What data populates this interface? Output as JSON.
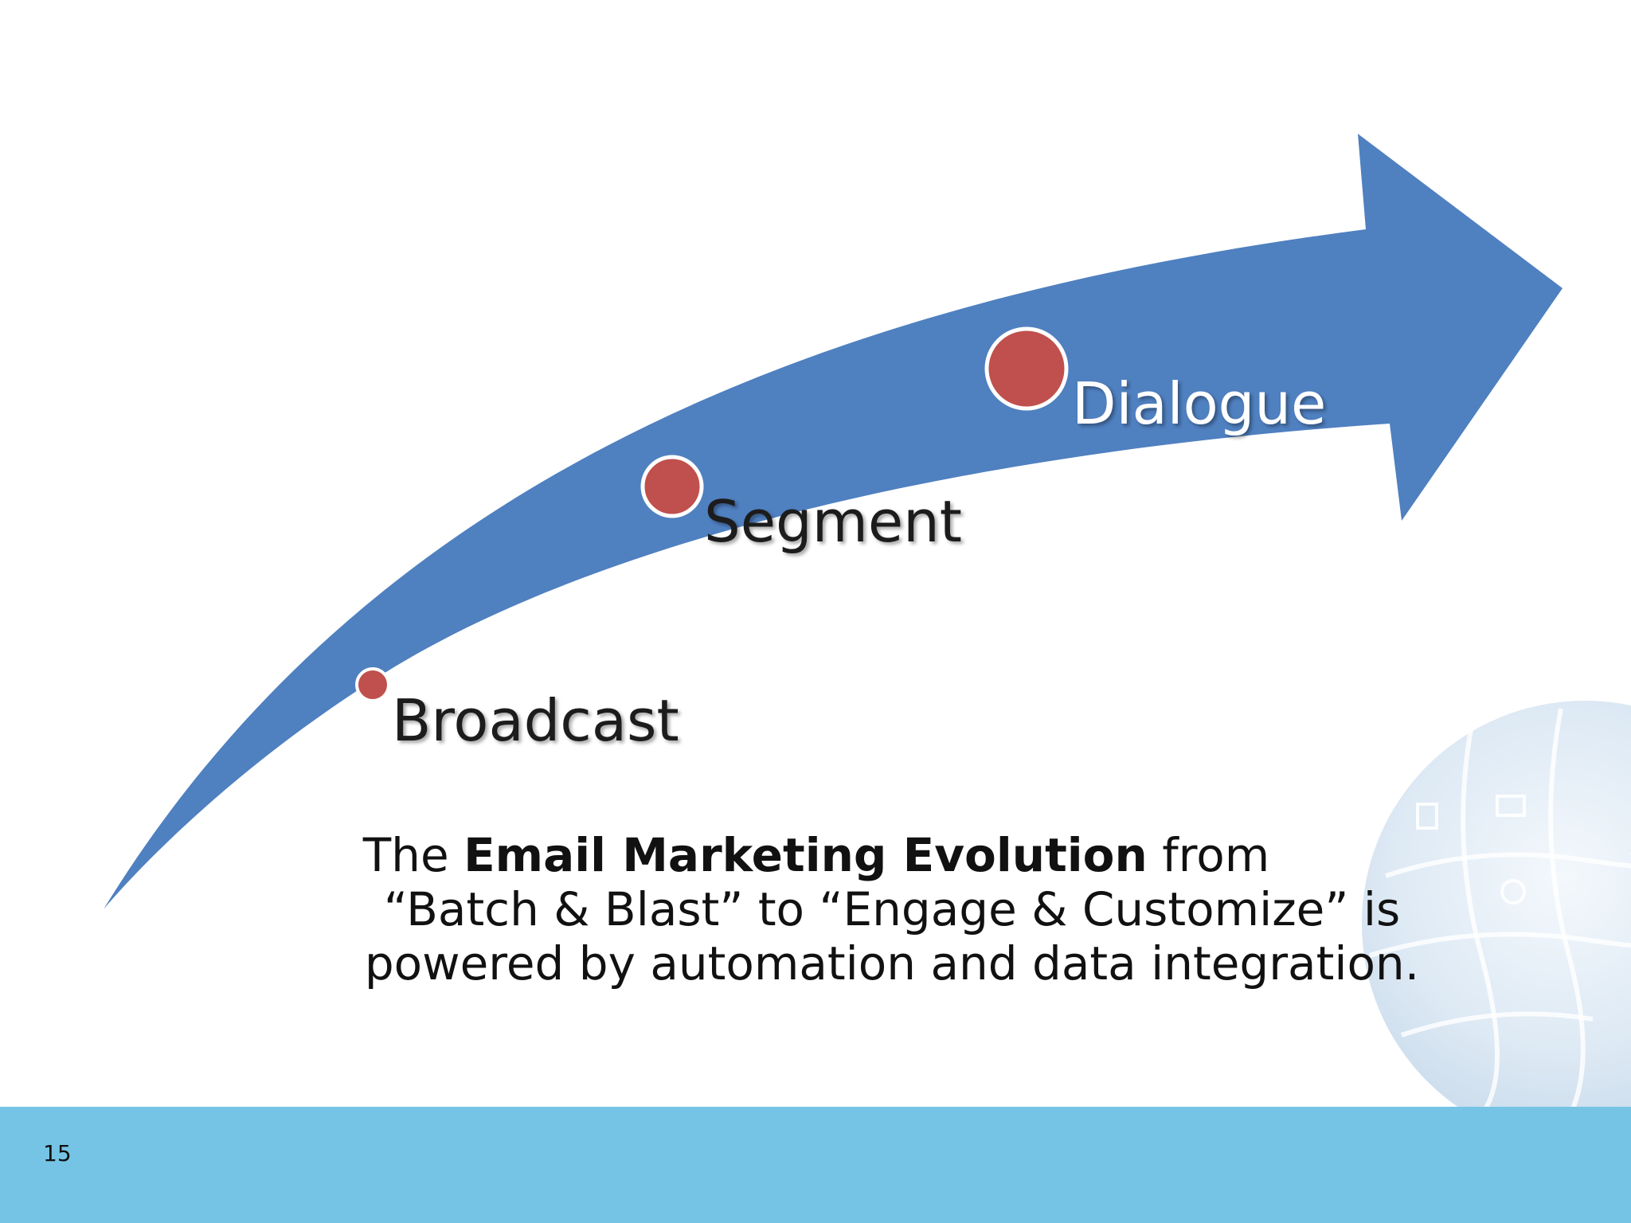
{
  "slide": {
    "page_number": "15",
    "colors": {
      "arrow": "#4f80c0",
      "dot_fill": "#c0504d",
      "dot_stroke": "#ffffff",
      "footer_band": "#76c4e5",
      "background": "#ffffff"
    }
  },
  "stages": [
    {
      "label": "Broadcast",
      "label_color": "#1a1a1a"
    },
    {
      "label": "Segment",
      "label_color": "#1a1a1a"
    },
    {
      "label": "Dialogue",
      "label_color": "#ffffff"
    }
  ],
  "caption": {
    "line1_pre": "The ",
    "line1_bold": "Email Marketing Evolution",
    "line1_post": " from",
    "line2": "“Batch & Blast” to “Engage & Customize” is",
    "line3": "powered by automation and data integration."
  },
  "decoration": {
    "globe_icon": "puzzle-globe-icon"
  }
}
